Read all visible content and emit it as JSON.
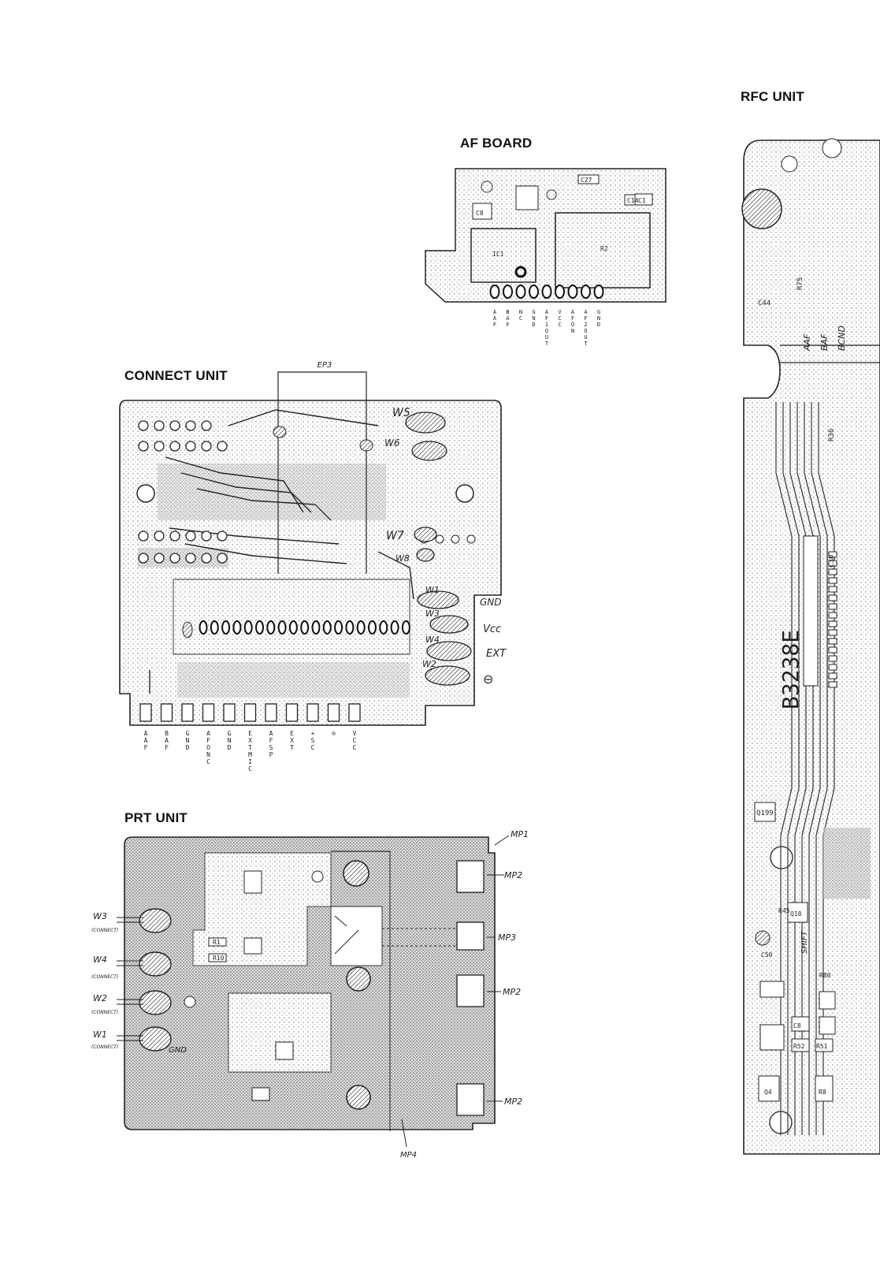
{
  "sections": {
    "af_board": {
      "title": "AF BOARD",
      "pin_labels": [
        "AAF",
        "BAF",
        "NC",
        "GND",
        "AF1OUT",
        "VCC",
        "AFON",
        "AF2OUT",
        "GND"
      ],
      "parts": [
        "C27",
        "C8",
        "C14",
        "C1",
        "IC1",
        "R2"
      ]
    },
    "connect_unit": {
      "title": "CONNECT UNIT",
      "bracket_label": "EP3",
      "wire_labels": [
        "W5",
        "W6",
        "W7",
        "W8",
        "W1",
        "W3",
        "W4",
        "W2"
      ],
      "right_labels": [
        "GND",
        "Vcc",
        "EXT",
        "⊖"
      ],
      "bottom_labels": [
        "AAF",
        "BAF",
        "GND",
        "AFONC",
        "GND",
        "EXTMIC",
        "AFSP",
        "EXT",
        "+SC",
        "⊖",
        "VCC"
      ]
    },
    "prt_unit": {
      "title": "PRT UNIT",
      "mount_labels": [
        "MP1",
        "MP2",
        "MP3",
        "MP2",
        "MP2",
        "MP4"
      ],
      "wire_labels": [
        "W3",
        "W4",
        "W2",
        "W1"
      ],
      "wire_sublabel": "(CONNECT)",
      "inner_labels": [
        "GND",
        "R10",
        "R1"
      ]
    },
    "rfc_unit": {
      "title": "RFC UNIT",
      "chip_label": "B3238E",
      "parts": [
        "R75",
        "C44",
        "AAF",
        "BAF",
        "BCND",
        "R36",
        "C30",
        "Q199",
        "R45",
        "Q18",
        "SHIFT",
        "C50",
        "R80",
        "C8",
        "R52",
        "R51",
        "Q4",
        "R8"
      ]
    }
  }
}
